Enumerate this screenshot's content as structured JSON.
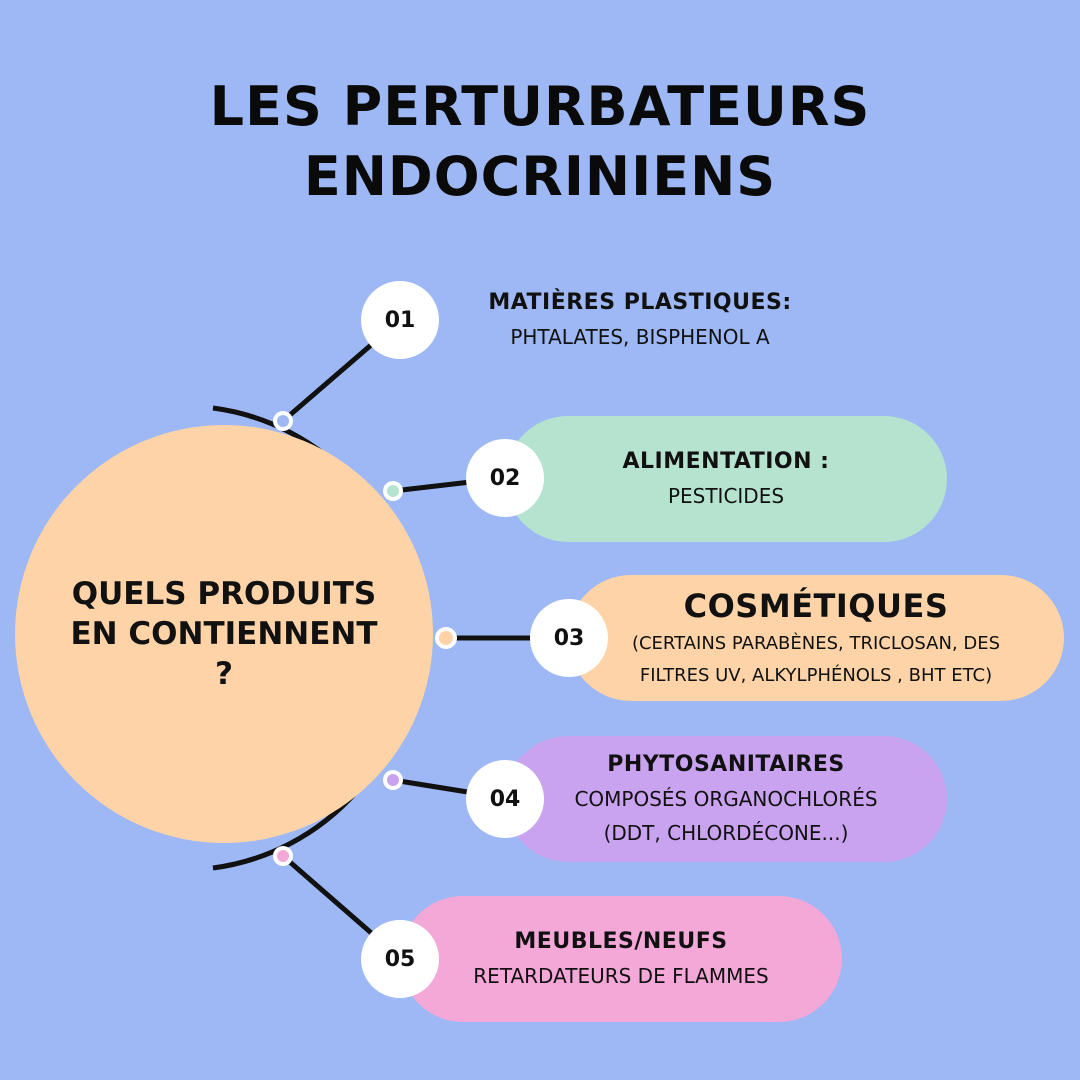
{
  "title": {
    "line1": "LES PERTURBATEURS",
    "line2": "ENDOCRINIENS"
  },
  "center": {
    "line1": "QUELS PRODUITS",
    "line2": "EN CONTIENNENT",
    "line3": "?"
  },
  "items": [
    {
      "number": "01",
      "title": "MATIÈRES PLASTIQUES:",
      "sub1": "PHTALATES, BISPHENOL A",
      "sub2": "",
      "color": "none",
      "dot": "#9db8f4"
    },
    {
      "number": "02",
      "title": "ALIMENTATION :",
      "sub1": "PESTICIDES",
      "sub2": "",
      "color": "#b5e3d0",
      "dot": "#b5e3d0"
    },
    {
      "number": "03",
      "title": "COSMÉTIQUES",
      "sub1": "(CERTAINS PARABÈNES, TRICLOSAN, DES",
      "sub2": "FILTRES UV, ALKYLPHÉNOLS , BHT ETC)",
      "color": "#fdd3a7",
      "dot": "#fdd3a7"
    },
    {
      "number": "04",
      "title": "PHYTOSANITAIRES",
      "sub1": "COMPOSÉS ORGANOCHLORÉS",
      "sub2": "(DDT, CHLORDÉCONE...)",
      "color": "#c9a3ef",
      "dot": "#c9a3ef"
    },
    {
      "number": "05",
      "title": "MEUBLES/NEUFS",
      "sub1": "RETARDATEURS DE FLAMMES",
      "sub2": "",
      "color": "#f3a8d8",
      "dot": "#f3a8d8"
    }
  ]
}
